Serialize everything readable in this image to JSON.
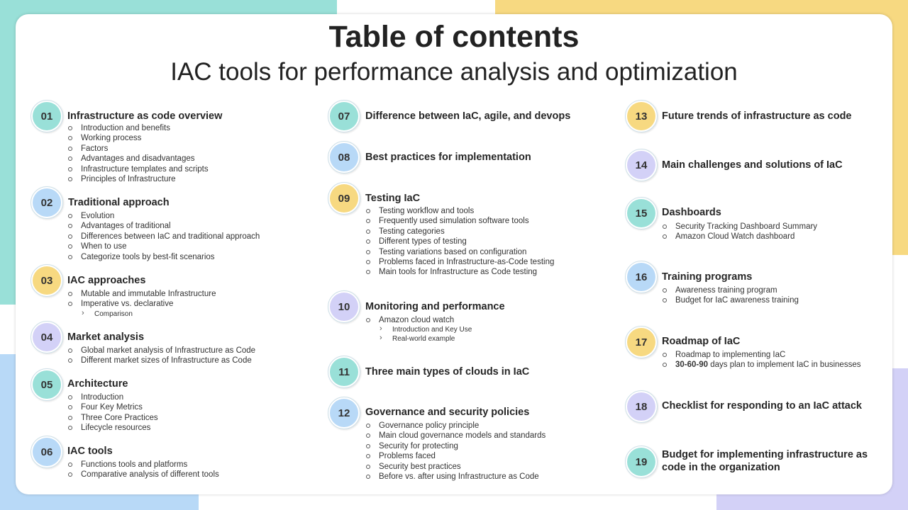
{
  "title": "Table of contents",
  "subtitle": "IAC tools for performance analysis and optimization",
  "items": [
    {
      "num": "01",
      "heading": "Infrastructure as code overview",
      "subs": [
        "Introduction and benefits",
        "Working process",
        "Factors",
        "Advantages and disadvantages",
        "Infrastructure templates and scripts",
        "Principles of Infrastructure"
      ]
    },
    {
      "num": "02",
      "heading": "Traditional approach",
      "subs": [
        "Evolution",
        "Advantages of traditional",
        "Differences between IaC and traditional approach",
        "When to use",
        "Categorize tools by best-fit scenarios"
      ]
    },
    {
      "num": "03",
      "heading": "IAC approaches",
      "subs": [
        "Mutable and immutable Infrastructure",
        "Imperative vs. declarative"
      ],
      "subsubs": [
        "Comparison"
      ]
    },
    {
      "num": "04",
      "heading": "Market analysis",
      "subs": [
        "Global market analysis of Infrastructure as Code",
        "Different market sizes of Infrastructure as Code"
      ]
    },
    {
      "num": "05",
      "heading": "Architecture",
      "subs": [
        "Introduction",
        "Four Key Metrics",
        "Three Core Practices",
        "Lifecycle resources"
      ]
    },
    {
      "num": "06",
      "heading": "IAC tools",
      "subs": [
        "Functions tools and platforms",
        "Comparative analysis of different tools"
      ]
    },
    {
      "num": "07",
      "heading": "Difference between IaC, agile, and devops"
    },
    {
      "num": "08",
      "heading": "Best practices for implementation"
    },
    {
      "num": "09",
      "heading": "Testing IaC",
      "subs": [
        "Testing workflow and tools",
        "Frequently used simulation software tools",
        "Testing categories",
        "Different types of testing",
        "Testing variations based on configuration",
        "Problems faced in Infrastructure-as-Code testing",
        "Main tools for Infrastructure as Code testing"
      ]
    },
    {
      "num": "10",
      "heading": "Monitoring and performance",
      "subs": [
        "Amazon cloud watch"
      ],
      "subsubs": [
        "Introduction and Key Use",
        "Real-world example"
      ]
    },
    {
      "num": "11",
      "heading": "Three main types of clouds in IaC"
    },
    {
      "num": "12",
      "heading": "Governance and security policies",
      "subs": [
        "Governance policy principle",
        "Main cloud governance models and standards",
        "Security for protecting",
        "Problems faced",
        "Security best practices",
        "Before vs. after using Infrastructure as Code"
      ]
    },
    {
      "num": "13",
      "heading": "Future trends of infrastructure as code"
    },
    {
      "num": "14",
      "heading": "Main challenges and solutions of IaC"
    },
    {
      "num": "15",
      "heading": "Dashboards",
      "subs": [
        "Security Tracking Dashboard Summary",
        "Amazon Cloud Watch dashboard"
      ]
    },
    {
      "num": "16",
      "heading": "Training programs",
      "subs": [
        "Awareness training program",
        "Budget for IaC awareness training"
      ]
    },
    {
      "num": "17",
      "heading": "Roadmap of IaC",
      "subs": [
        "Roadmap to implementing IaC"
      ],
      "sub_bold": "30-60-90",
      "sub_rest": " days plan to implement IaC in businesses"
    },
    {
      "num": "18",
      "heading": "Checklist for responding to an IaC attack"
    },
    {
      "num": "19",
      "heading": "Budget for implementing infrastructure as code in the organization"
    }
  ],
  "colors": {
    "teal": "#99e0d8",
    "blue": "#b8d9f7",
    "yellow": "#f7d981",
    "lavender": "#d3d1f7"
  }
}
